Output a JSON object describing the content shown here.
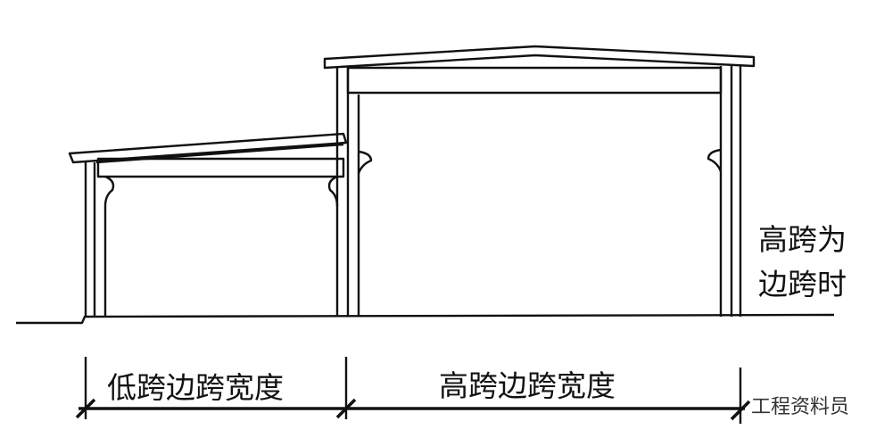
{
  "labels": {
    "high_span_edge_line1": "高跨为",
    "high_span_edge_line2": "边跨时",
    "low_span_width": "低跨边跨宽度",
    "high_span_width": "高跨边跨宽度"
  },
  "watermark": "工程资料员",
  "colors": {
    "line": "#111111",
    "background": "#ffffff"
  }
}
